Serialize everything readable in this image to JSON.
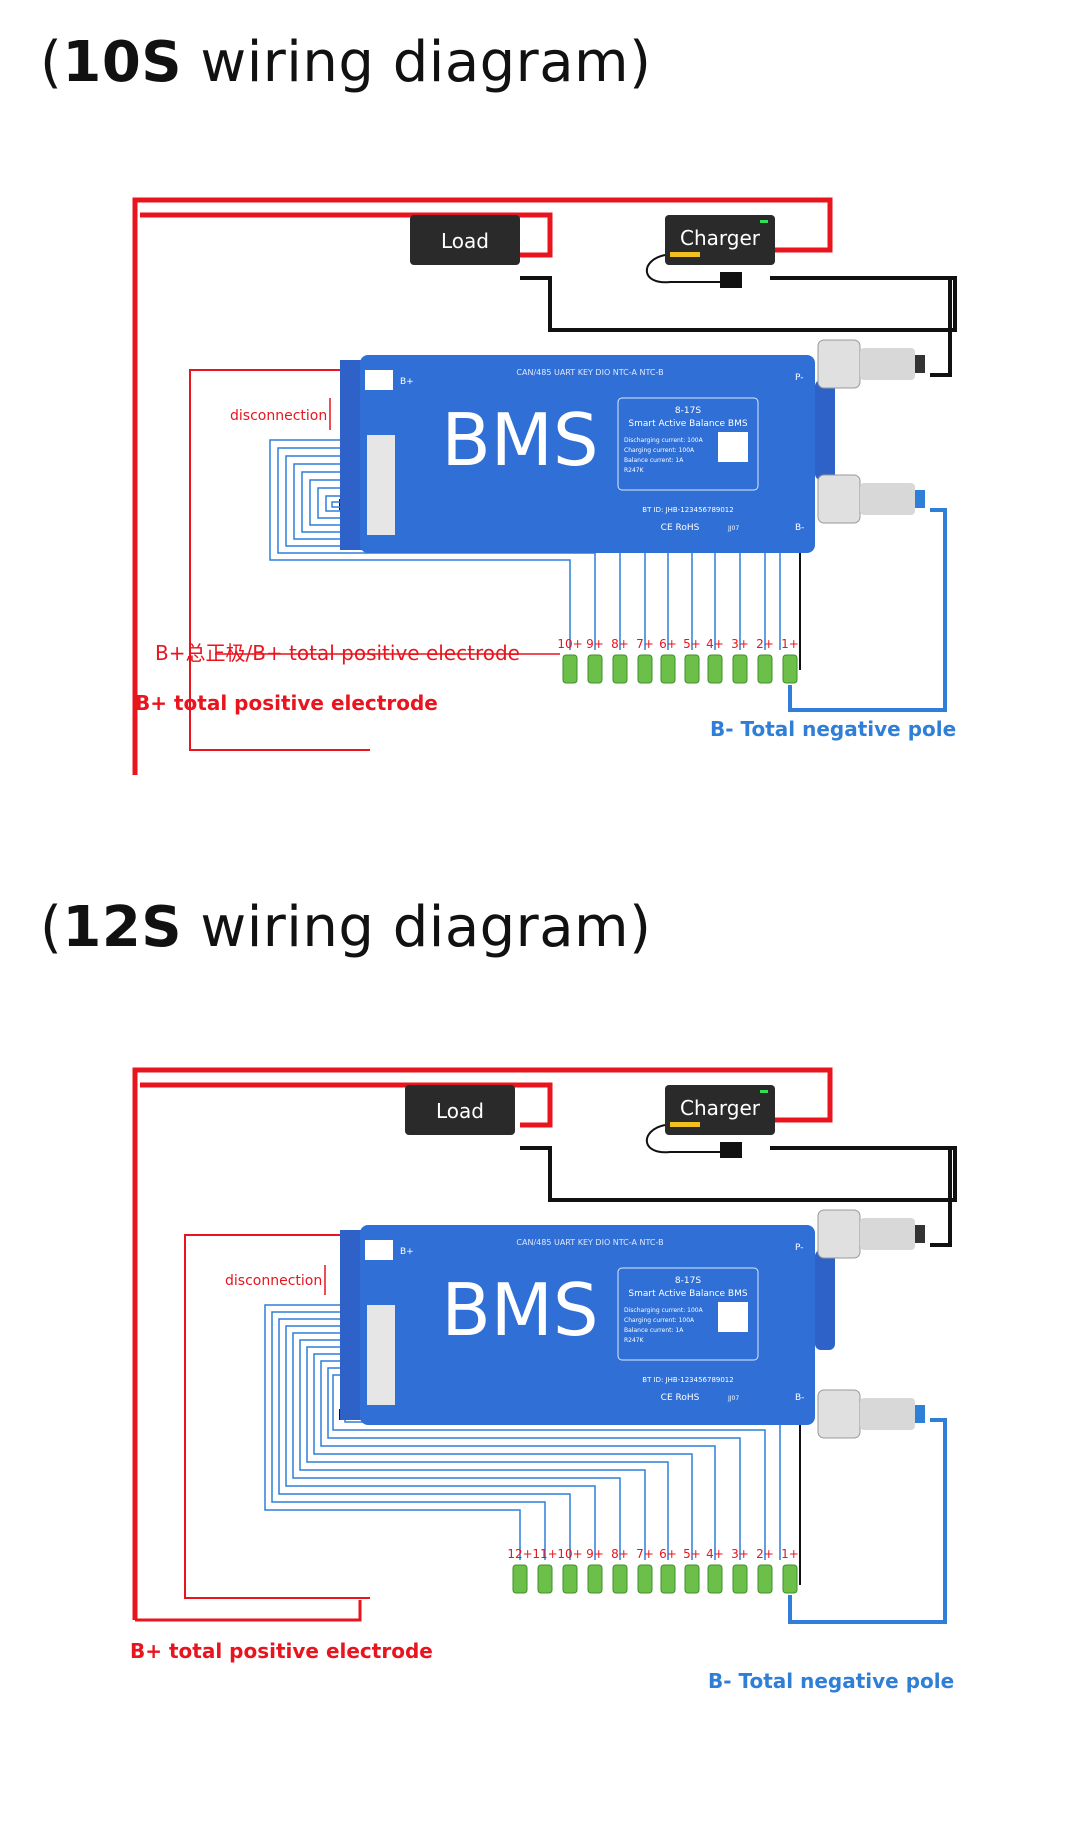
{
  "sections": [
    {
      "title_open": "(",
      "title_bold": "10S",
      "title_rest": " wiring diagram)",
      "load_label": "Load",
      "charger_label": "Charger",
      "bms_label": "BMS",
      "disconnection_label": "disconnection",
      "overlay_label": "B+总正极/B+ total positive electrode",
      "bplus_label": "B+ total positive electrode",
      "bminus_label": "B- Total negative pole",
      "cells": [
        "10+",
        "9+",
        "8+",
        "7+",
        "6+",
        "5+",
        "4+",
        "3+",
        "2+",
        "1+"
      ],
      "bms_info": {
        "model": "8-17S",
        "name": "Smart Active Balance BMS",
        "line1": "Discharging current: 100A",
        "line2": "Charging current: 100A",
        "line3": "Balance current: 1A",
        "line4": "R247K",
        "btid": "BT ID: JHB-123456789012",
        "rohs": "CE RoHS",
        "code": "JJ07",
        "ports": "CAN/485  UART  KEY  DIO  NTC-A  NTC-B",
        "bplus": "B+",
        "bminus": "B-",
        "pminus": "P-"
      }
    },
    {
      "title_open": "(",
      "title_bold": "12S",
      "title_rest": " wiring diagram)",
      "load_label": "Load",
      "charger_label": "Charger",
      "bms_label": "BMS",
      "disconnection_label": "disconnection",
      "bplus_label": "B+ total positive electrode",
      "bminus_label": "B- Total negative pole",
      "cells": [
        "12+",
        "11+",
        "10+",
        "9+",
        "8+",
        "7+",
        "6+",
        "5+",
        "4+",
        "3+",
        "2+",
        "1+"
      ],
      "bms_info": {
        "model": "8-17S",
        "name": "Smart Active Balance BMS",
        "line1": "Discharging current: 100A",
        "line2": "Charging current: 100A",
        "line3": "Balance current: 1A",
        "line4": "R247K",
        "btid": "BT ID: JHB-123456789012",
        "rohs": "CE RoHS",
        "code": "JJ07",
        "ports": "CAN/485  UART  KEY  DIO  NTC-A  NTC-B",
        "bplus": "B+",
        "bminus": "B-",
        "pminus": "P-"
      }
    }
  ],
  "colors": {
    "red": "#e8141e",
    "black": "#111111",
    "blue": "#2f7fd8",
    "bms": "#2f6fd6",
    "cell": "#6cc04a"
  }
}
